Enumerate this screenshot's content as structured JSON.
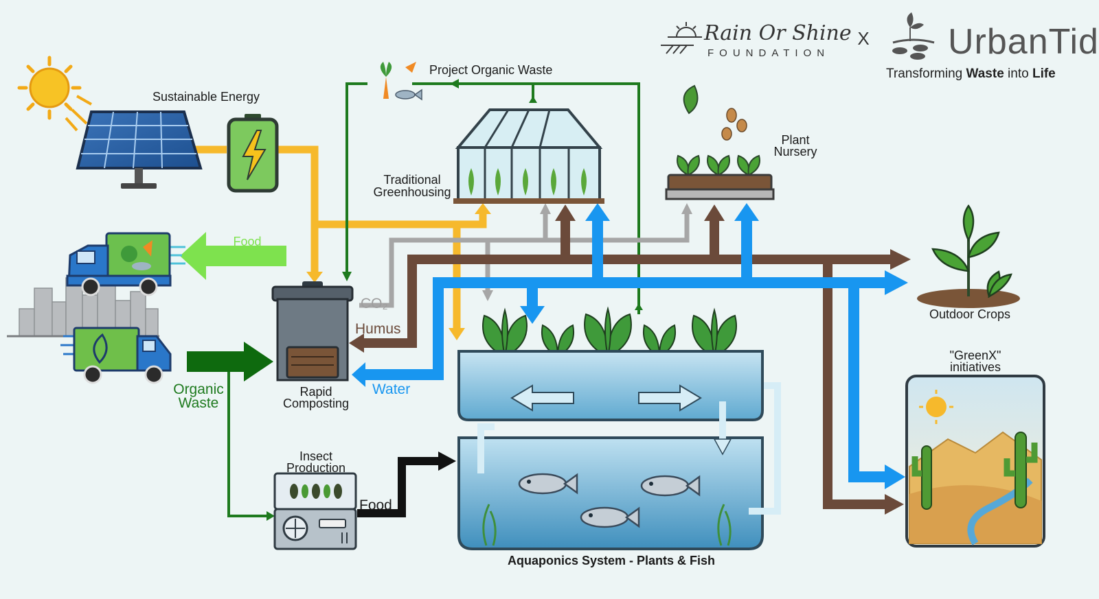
{
  "branding": {
    "partner_name": "Rain Or Shine",
    "partner_sub": "FOUNDATION",
    "separator": "X",
    "org_name": "UrbanTide",
    "tagline_a": "Transforming ",
    "tagline_b": "Waste",
    "tagline_c": " into ",
    "tagline_d": "Life"
  },
  "labels": {
    "sustainable_energy": "Sustainable Energy",
    "project_organic_waste": "Project Organic Waste",
    "traditional_line1": "Traditional",
    "traditional_line2": "Greenhousing",
    "plant_nursery_line1": "Plant",
    "plant_nursery_line2": "Nursery",
    "food_in": "Food",
    "co2": "CO₂",
    "humus": "Humus",
    "water": "Water",
    "organic_line1": "Organic",
    "organic_line2": "Waste",
    "composting_line1": "Rapid",
    "composting_line2": "Composting",
    "insect_line1": "Insect",
    "insect_line2": "Production",
    "food_out": "Food",
    "outdoor_crops": "Outdoor Crops",
    "greenx_line1": "\"GreenX\"",
    "greenx_line2": "initiatives",
    "aquaponics": "Aquaponics System - Plants & Fish"
  },
  "colors": {
    "energy": "#f6b92c",
    "green": "#1e7a1e",
    "dark_green": "#0e6a0e",
    "light_green": "#7ee24e",
    "humus": "#6b4a3a",
    "co2": "#9e9e9e",
    "water": "#1896f0",
    "black": "#111111"
  }
}
